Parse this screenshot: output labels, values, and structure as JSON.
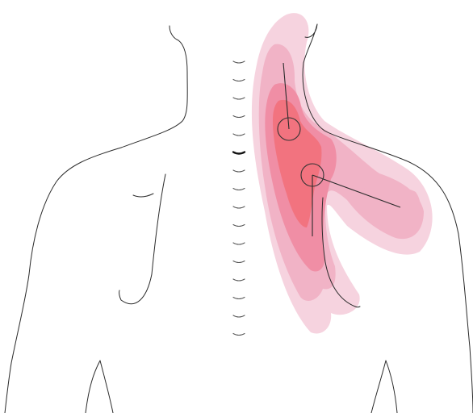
{
  "figure": {
    "background": "#ffffff",
    "pain_zone_colors": {
      "outer": "#f6d3df",
      "middle": "#f1b3c6",
      "inner": "#f08ea5",
      "core": "#f2737f"
    },
    "vertebra_count": 16,
    "prominent_vertebra_index": 5,
    "trigger_point_count": 2
  }
}
